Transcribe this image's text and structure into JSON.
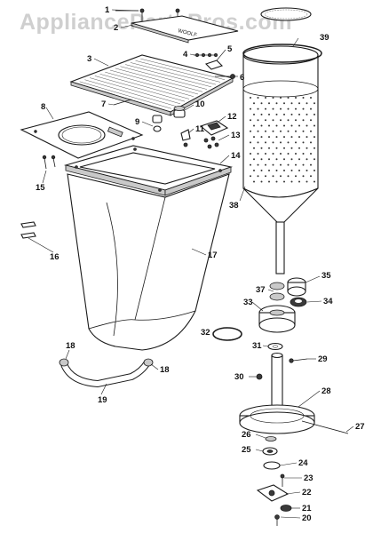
{
  "watermark": "AppliancePartsPros.com",
  "logo_label": "WOOLF",
  "labels": [
    {
      "id": "1",
      "text": "1"
    },
    {
      "id": "2",
      "text": "2"
    },
    {
      "id": "3",
      "text": "3"
    },
    {
      "id": "4",
      "text": "4"
    },
    {
      "id": "5",
      "text": "5"
    },
    {
      "id": "6",
      "text": "6"
    },
    {
      "id": "7",
      "text": "7"
    },
    {
      "id": "8",
      "text": "8"
    },
    {
      "id": "9",
      "text": "9"
    },
    {
      "id": "10",
      "text": "10"
    },
    {
      "id": "11",
      "text": "11"
    },
    {
      "id": "12",
      "text": "12"
    },
    {
      "id": "13",
      "text": "13"
    },
    {
      "id": "14",
      "text": "14"
    },
    {
      "id": "15",
      "text": "15"
    },
    {
      "id": "16",
      "text": "16"
    },
    {
      "id": "17",
      "text": "17"
    },
    {
      "id": "18a",
      "text": "18"
    },
    {
      "id": "18b",
      "text": "18"
    },
    {
      "id": "19",
      "text": "19"
    },
    {
      "id": "20",
      "text": "20"
    },
    {
      "id": "21",
      "text": "21"
    },
    {
      "id": "22",
      "text": "22"
    },
    {
      "id": "23",
      "text": "23"
    },
    {
      "id": "24",
      "text": "24"
    },
    {
      "id": "25",
      "text": "25"
    },
    {
      "id": "26",
      "text": "26"
    },
    {
      "id": "27",
      "text": "27"
    },
    {
      "id": "28",
      "text": "28"
    },
    {
      "id": "29",
      "text": "29"
    },
    {
      "id": "30",
      "text": "30"
    },
    {
      "id": "31",
      "text": "31"
    },
    {
      "id": "32",
      "text": "32"
    },
    {
      "id": "33",
      "text": "33"
    },
    {
      "id": "34",
      "text": "34"
    },
    {
      "id": "35",
      "text": "35"
    },
    {
      "id": "37",
      "text": "37"
    },
    {
      "id": "38",
      "text": "38"
    },
    {
      "id": "39",
      "text": "39"
    }
  ]
}
